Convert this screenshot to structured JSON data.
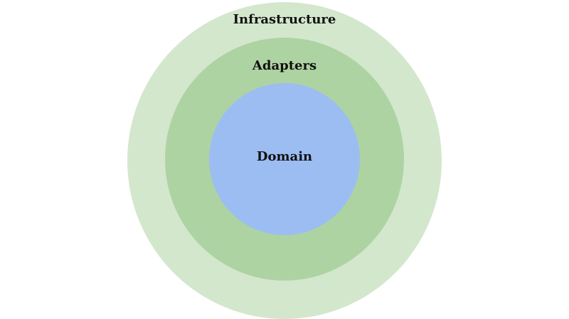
{
  "diagram": {
    "layers": [
      {
        "label": "Infrastructure",
        "color": "#d3e7cd"
      },
      {
        "label": "Adapters",
        "color": "#aed3a2"
      },
      {
        "label": "Domain",
        "color": "#9cbdf2"
      }
    ]
  }
}
